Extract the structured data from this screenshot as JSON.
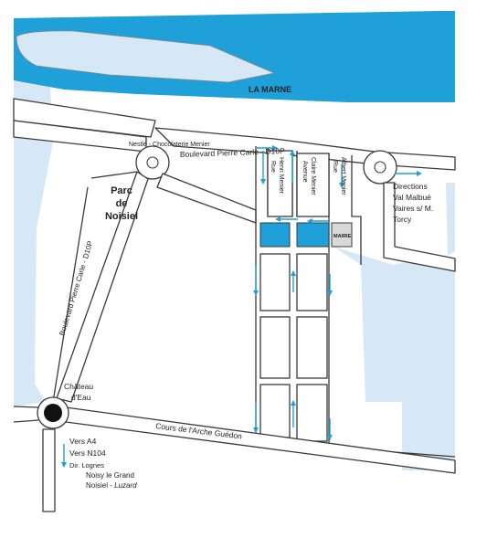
{
  "colors": {
    "river": "#1fa0d8",
    "park": "#d6e8f5",
    "land": "#ffffff",
    "road_stroke": "#3a3a3a",
    "highlight_block": "#1fa0d8",
    "mairie_block": "#d9d9d9",
    "arrow": "#1fa0d8",
    "water_tower": "#111111"
  },
  "labels": {
    "river": "LA MARNE",
    "nestle": "Nestlé - Chocolaterie Menier",
    "boulevard_top": "Boulevard Pierre Carle - D10P",
    "boulevard_left": "Boulevard Pierre Carle - D10P",
    "park": [
      "Parc",
      "de",
      "Noisiel"
    ],
    "rue_henri": [
      "Rue",
      "Henri Menier"
    ],
    "avenue_claire": [
      "Avenue",
      "Claire Menier"
    ],
    "rue_albert": [
      "Rue",
      "Albert Menier"
    ],
    "mairie": "MAIRIE",
    "directions": [
      "Directions",
      "Val Malbué",
      "Vaires s/ M.",
      "Torcy"
    ],
    "chateau": [
      "Château",
      "d'Eau"
    ],
    "cours": "Cours de l'Arche Guédon",
    "vers_a4": "Vers A4",
    "vers_n104": "Vers N104",
    "dir_lognes": "Dir. Lognes",
    "noisy": "Noisy le Grand",
    "noisiel_prefix": "Noisiel - ",
    "luzard": "Luzard"
  },
  "icons": {
    "one_way_arrows": "arrow-icon",
    "water_tower": "water-tower-icon"
  }
}
